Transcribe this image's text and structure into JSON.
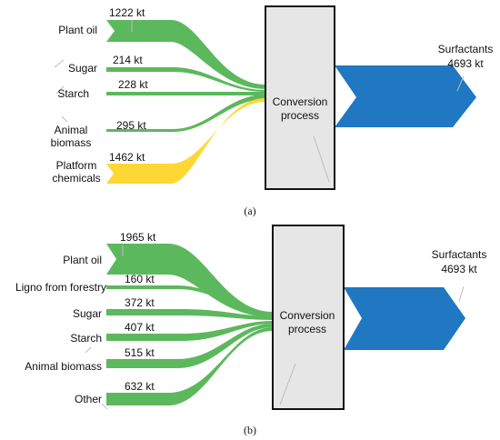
{
  "colors": {
    "green": "#5cb85c",
    "yellow": "#fdd835",
    "blue": "#1f78c1",
    "box_fill": "#e6e6e6",
    "box_stroke": "#111111"
  },
  "diagram_a": {
    "caption": "(a)",
    "process_label": [
      "Conversion",
      "process"
    ],
    "output": {
      "label": "Surfactants",
      "value": "4693 kt"
    },
    "inputs": [
      {
        "label": [
          "Plant oil"
        ],
        "value": "1222 kt",
        "color": "green"
      },
      {
        "label": [
          "Sugar"
        ],
        "value": "214 kt",
        "color": "green"
      },
      {
        "label": [
          "Starch"
        ],
        "value": "228 kt",
        "color": "green"
      },
      {
        "label": [
          "Animal",
          "biomass"
        ],
        "value": "295 kt",
        "color": "green"
      },
      {
        "label": [
          "Platform",
          "chemicals"
        ],
        "value": "1462 kt",
        "color": "yellow"
      }
    ]
  },
  "diagram_b": {
    "caption": "(b)",
    "process_label": [
      "Conversion",
      "process"
    ],
    "output": {
      "label": "Surfactants",
      "value": "4693 kt"
    },
    "inputs": [
      {
        "label": [
          "Plant oil"
        ],
        "value": "1965 kt",
        "color": "green"
      },
      {
        "label": [
          "Ligno from  forestry"
        ],
        "value": "160 kt",
        "color": "green"
      },
      {
        "label": [
          "Sugar"
        ],
        "value": "372 kt",
        "color": "green"
      },
      {
        "label": [
          "Starch"
        ],
        "value": "407 kt",
        "color": "green"
      },
      {
        "label": [
          "Animal biomass"
        ],
        "value": "515 kt",
        "color": "green"
      },
      {
        "label": [
          "Other"
        ],
        "value": "632 kt",
        "color": "green"
      }
    ]
  }
}
